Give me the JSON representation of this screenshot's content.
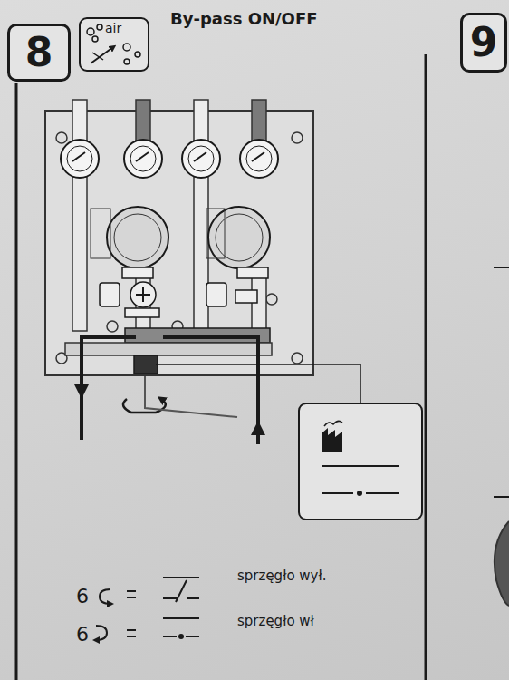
{
  "diagram": {
    "title": "By-pass ON/OFF",
    "nodes": [
      {
        "text": [
          "8"
        ]
      },
      {
        "text": [
          "9"
        ]
      }
    ],
    "labels": [
      "air",
      "6",
      "sprzęgło wył.",
      "6",
      "sprzęgło wł"
    ]
  }
}
